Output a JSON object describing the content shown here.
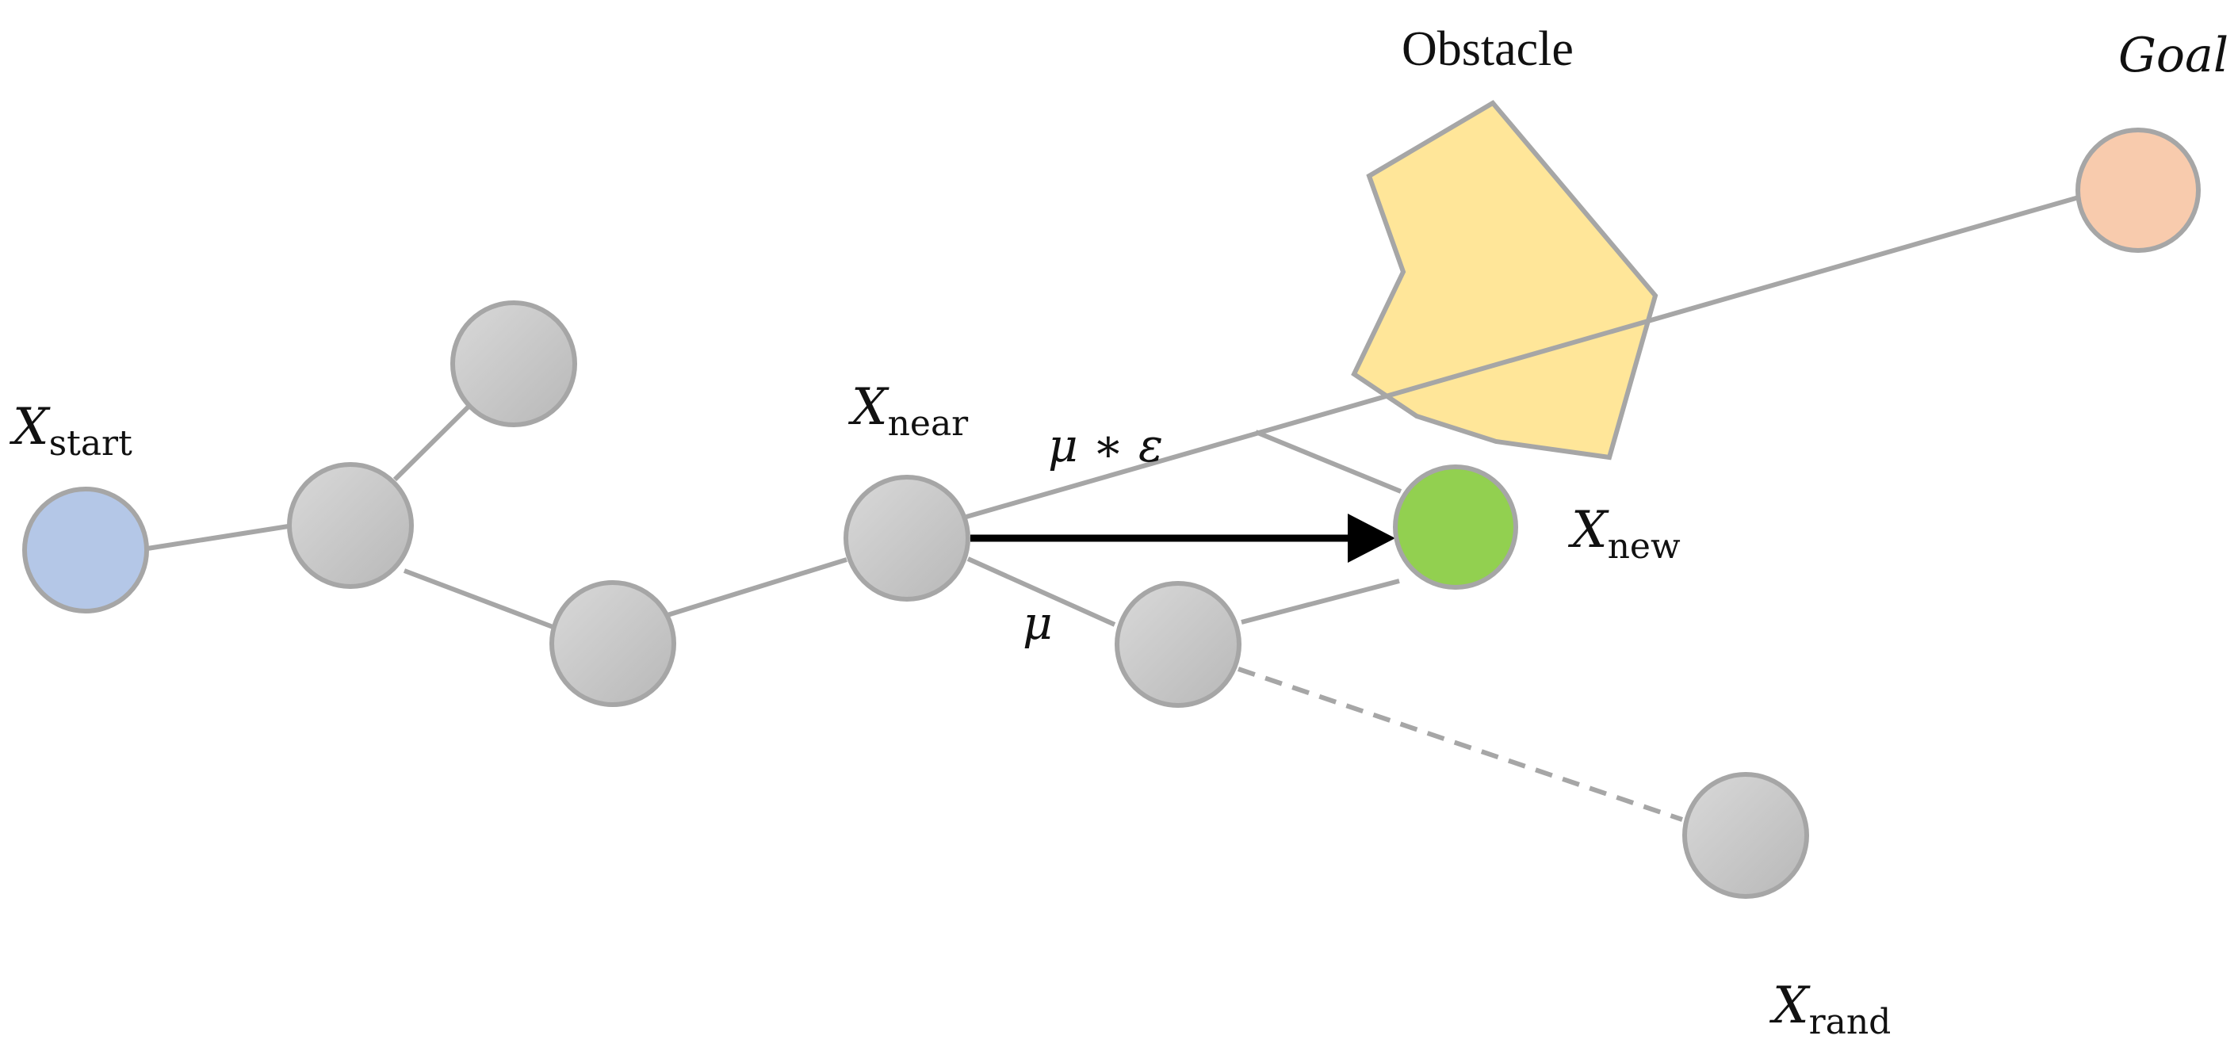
{
  "labels": {
    "start_main": "X",
    "start_sub": "start",
    "near_main": "X",
    "near_sub": "near",
    "new_main": "X",
    "new_sub": "new",
    "rand_main": "X",
    "rand_sub": "rand",
    "obstacle": "Obstacle",
    "goal": "Goal",
    "step_scaled": "μ ∗ ε",
    "step": "μ"
  },
  "colors": {
    "start_node": "#b4c7e7",
    "goal_node": "#f8cbad",
    "new_node": "#92d050",
    "tree_node": "#c9c9c9",
    "node_stroke": "#a6a6a6",
    "edge": "#a6a6a6",
    "obstacle_fill": "#ffe699",
    "obstacle_stroke": "#a6a6a6",
    "arrow": "#000000"
  }
}
